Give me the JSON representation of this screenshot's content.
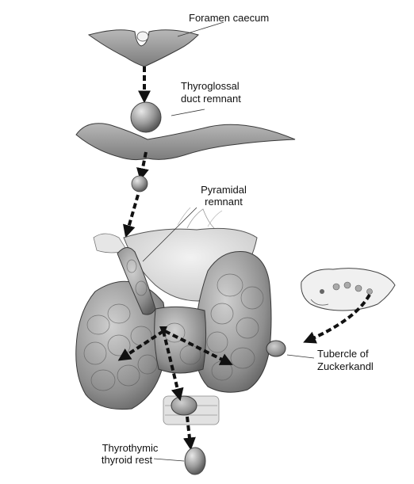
{
  "labels": {
    "foramen": "Foramen caecum",
    "thyroglossal_1": "Thyroglossal",
    "thyroglossal_2": "duct remnant",
    "pyramidal_1": "Pyramidal",
    "pyramidal_2": "remnant",
    "tubercle_1": "Tubercle of",
    "tubercle_2": "Zuckerkandl",
    "thyrothymic_1": "Thyrothymic",
    "thyrothymic_2": "thyroid rest"
  },
  "colors": {
    "tissue": "#9a9a9a",
    "tissue_light": "#c4c4c4",
    "outline": "#3a3a3a",
    "arrow": "#111111"
  }
}
